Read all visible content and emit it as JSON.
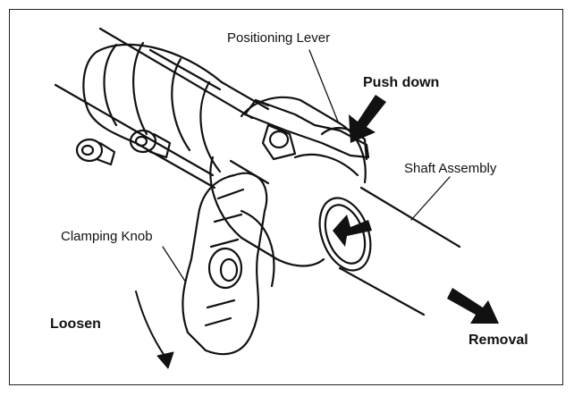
{
  "labels": {
    "positioning_lever": "Positioning Lever",
    "push_down": "Push down",
    "shaft_assembly": "Shaft Assembly",
    "clamping_knob": "Clamping Knob",
    "loosen": "Loosen",
    "removal": "Removal"
  }
}
